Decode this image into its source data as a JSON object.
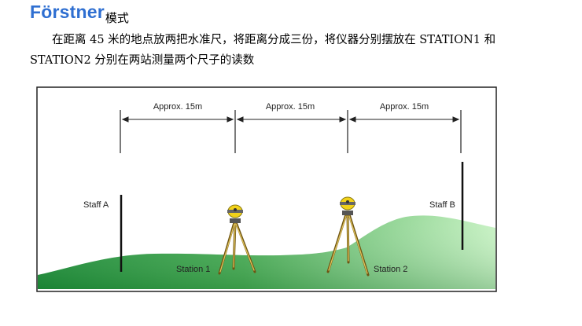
{
  "header": {
    "brand": "Förstner",
    "suffix": "模式"
  },
  "paragraph": {
    "line1": "在距离 45 米的地点放两把水准尺，将距离分成三份，将仪器分别摆放在 STATION1 和",
    "line2": "STATION2 分别在两站测量两个尺子的读数"
  },
  "figure": {
    "segment_labels": [
      "Approx. 15m",
      "Approx. 15m",
      "Approx. 15m"
    ],
    "staff_a_label": "Staff A",
    "staff_b_label": "Staff B",
    "station1_label": "Station 1",
    "station2_label": "Station 2",
    "colors": {
      "hill_dark": "#1f8f3a",
      "hill_light": "#c8f2c4",
      "instrument_yellow": "#f2d21a",
      "tripod_brown": "#b08a2e"
    }
  }
}
